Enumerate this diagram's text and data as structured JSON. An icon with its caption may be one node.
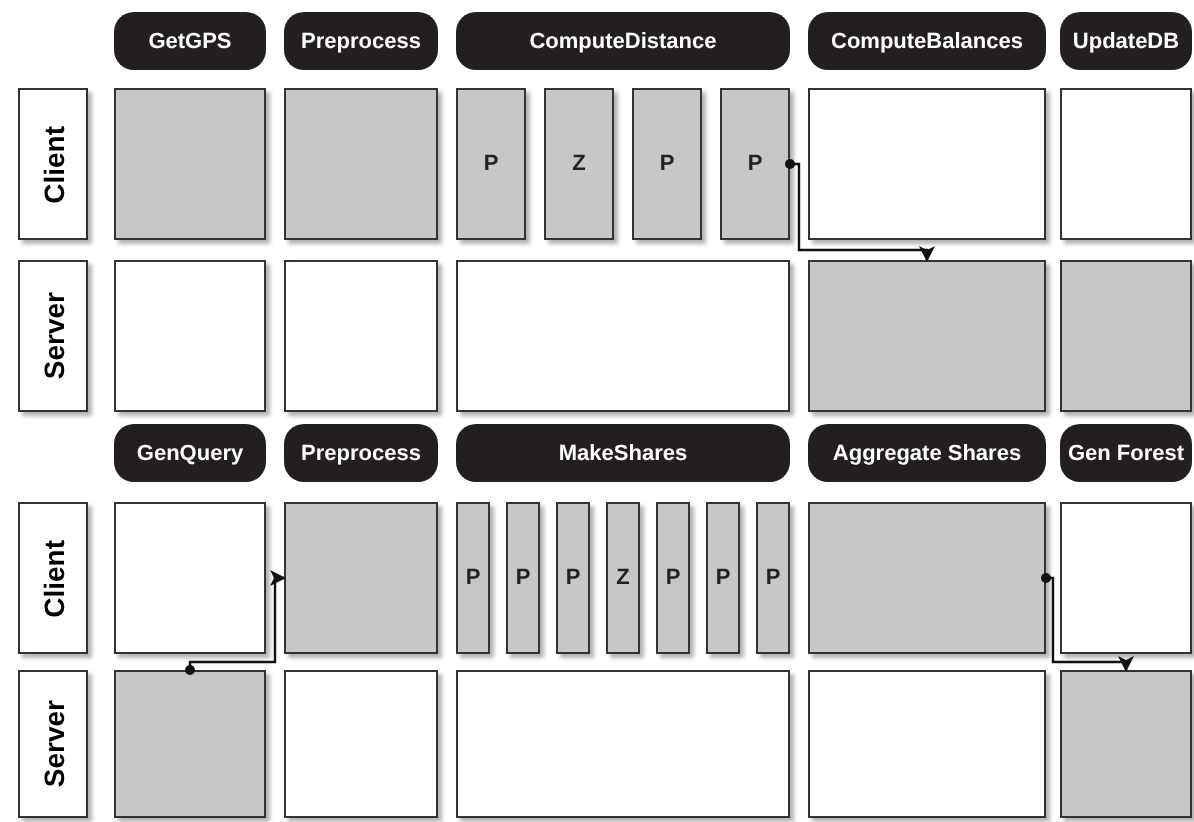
{
  "diagram": {
    "nodes": [
      {
        "text": [
          "GetGPS"
        ]
      },
      {
        "text": [
          "Preprocess"
        ]
      },
      {
        "text": [
          "ComputeDistance"
        ]
      },
      {
        "text": [
          "ComputeBalances"
        ]
      },
      {
        "text": [
          "UpdateDB"
        ]
      },
      {
        "text": [
          "Client"
        ]
      },
      {
        "text": [],
        "shape": "box"
      },
      {
        "text": [],
        "shape": "box"
      },
      {
        "text": [
          "P"
        ]
      },
      {
        "text": [
          "Z"
        ]
      },
      {
        "text": [
          "P"
        ]
      },
      {
        "text": [
          "P"
        ]
      },
      {
        "text": [],
        "shape": "box"
      },
      {
        "text": [],
        "shape": "box"
      },
      {
        "text": [
          "Server"
        ]
      },
      {
        "text": [],
        "shape": "box"
      },
      {
        "text": [],
        "shape": "box"
      },
      {
        "text": [],
        "shape": "box"
      },
      {
        "text": [],
        "shape": "box"
      },
      {
        "text": [],
        "shape": "box"
      },
      {
        "text": [
          "GenQuery"
        ]
      },
      {
        "text": [
          "Preprocess"
        ]
      },
      {
        "text": [
          "MakeShares"
        ]
      },
      {
        "text": [
          "Aggregate Shares"
        ]
      },
      {
        "text": [
          "Gen Forest"
        ]
      },
      {
        "text": [
          "Client"
        ]
      },
      {
        "text": [],
        "shape": "box"
      },
      {
        "text": [],
        "shape": "box"
      },
      {
        "text": [
          "P"
        ]
      },
      {
        "text": [
          "P"
        ]
      },
      {
        "text": [
          "P"
        ]
      },
      {
        "text": [
          "Z"
        ]
      },
      {
        "text": [
          "P"
        ]
      },
      {
        "text": [
          "P"
        ]
      },
      {
        "text": [
          "P"
        ]
      },
      {
        "text": [],
        "shape": "box"
      },
      {
        "text": [],
        "shape": "box"
      },
      {
        "text": [
          "Server"
        ]
      },
      {
        "text": [],
        "shape": "box"
      },
      {
        "text": [],
        "shape": "box"
      },
      {
        "text": [],
        "shape": "box"
      },
      {
        "text": [],
        "shape": "box"
      },
      {
        "text": [],
        "shape": "box"
      }
    ],
    "edges": [
      {
        "from": 11,
        "to": 18,
        "arrow": "to"
      },
      {
        "from": 38,
        "to": 27,
        "arrow": "to"
      },
      {
        "from": 35,
        "to": 42,
        "arrow": "to"
      }
    ]
  }
}
